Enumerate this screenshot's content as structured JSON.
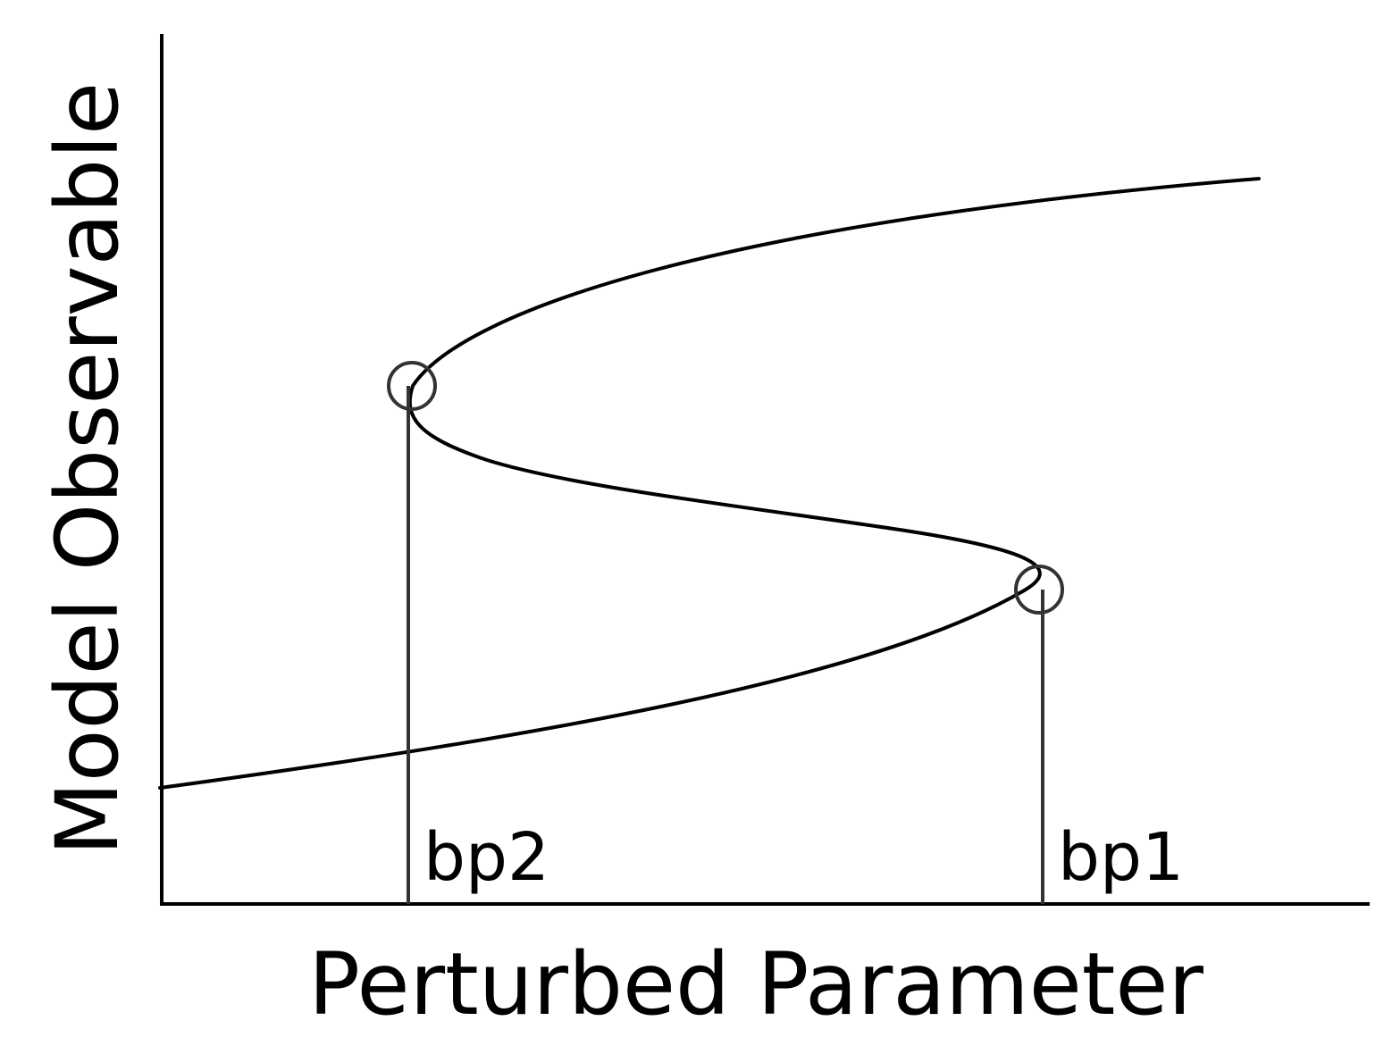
{
  "diagram": {
    "x_axis_label": "Perturbed Parameter",
    "y_axis_label": "Model Observable",
    "curve": "S-shaped bifurcation curve",
    "bifurcation_points": [
      {
        "id": "bp2",
        "label": "bp2"
      },
      {
        "id": "bp1",
        "label": "bp1"
      }
    ],
    "colors": {
      "curve": "#000000",
      "axes": "#000000",
      "markers": "#333333",
      "background": "#ffffff"
    }
  }
}
